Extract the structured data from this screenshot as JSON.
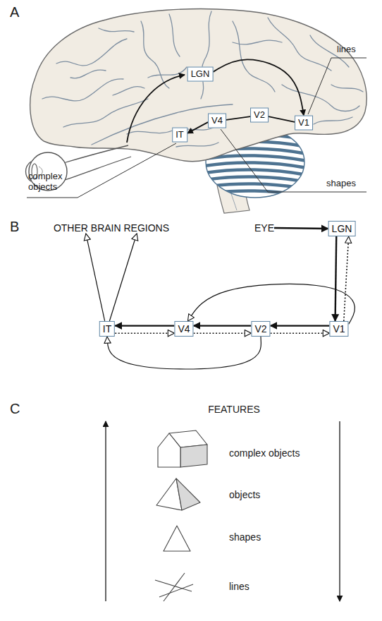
{
  "diagram": {
    "nodes": [
      {
        "text": [
          "LGN"
        ]
      },
      {
        "text": [
          "V1"
        ]
      },
      {
        "text": [
          "V2"
        ]
      },
      {
        "text": [
          "V4"
        ]
      },
      {
        "text": [
          "IT"
        ]
      },
      {
        "text": [
          "OTHER BRAIN REGIONS"
        ]
      },
      {
        "text": [
          "EYE"
        ]
      },
      {
        "text": [
          "LGN"
        ]
      },
      {
        "text": [
          "IT"
        ]
      },
      {
        "text": [
          "V4"
        ]
      },
      {
        "text": [
          "V2"
        ]
      },
      {
        "text": [
          "V1"
        ]
      }
    ],
    "edges": [
      {
        "from": 0,
        "to": 1,
        "arrow": "to"
      },
      {
        "from": 1,
        "to": 2,
        "arrow": "none"
      },
      {
        "from": 2,
        "to": 3,
        "arrow": "none"
      },
      {
        "from": 3,
        "to": 4,
        "arrow": "to"
      },
      {
        "from": 6,
        "to": 7,
        "arrow": "to"
      },
      {
        "from": 7,
        "to": 11,
        "arrow": "to"
      },
      {
        "from": 11,
        "to": 7,
        "arrow": "to"
      },
      {
        "from": 11,
        "to": 10,
        "arrow": "to"
      },
      {
        "from": 10,
        "to": 11,
        "arrow": "to"
      },
      {
        "from": 10,
        "to": 9,
        "arrow": "to"
      },
      {
        "from": 9,
        "to": 10,
        "arrow": "to"
      },
      {
        "from": 9,
        "to": 8,
        "arrow": "to"
      },
      {
        "from": 8,
        "to": 9,
        "arrow": "to"
      },
      {
        "from": 11,
        "to": 9,
        "arrow": "to"
      },
      {
        "from": 10,
        "to": 8,
        "arrow": "to"
      },
      {
        "from": 8,
        "to": 5,
        "arrow": "to"
      },
      {
        "from": 8,
        "to": 5,
        "arrow": "to"
      }
    ],
    "labels": [
      "A",
      "lines",
      "shapes",
      "complex objects",
      "B",
      "C",
      "FEATURES",
      "complex objects",
      "objects",
      "shapes",
      "lines"
    ]
  }
}
